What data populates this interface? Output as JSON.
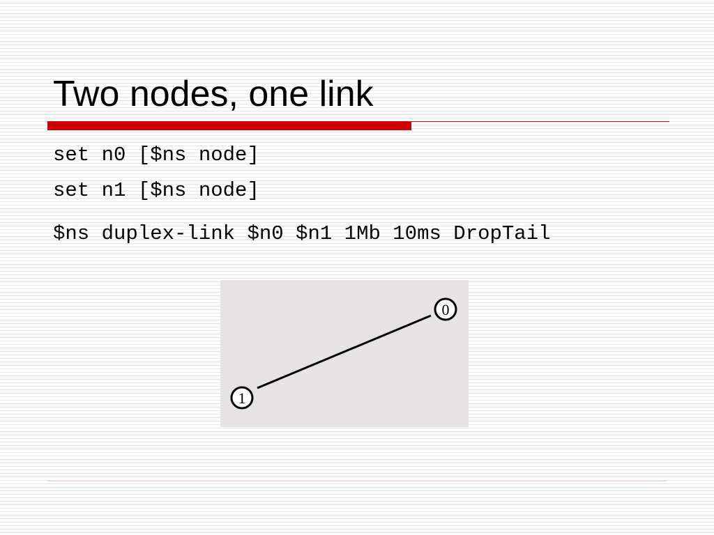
{
  "slide": {
    "title": "Two nodes, one link",
    "accent_color": "#cc0000",
    "code_lines": [
      "set n0 [$ns node]",
      "set n1 [$ns node]",
      "$ns duplex-link $n0 $n1 1Mb 10ms DropTail"
    ]
  },
  "diagram": {
    "background_color": "#e5e3e3",
    "nodes": [
      {
        "label": "0"
      },
      {
        "label": "1"
      }
    ]
  }
}
